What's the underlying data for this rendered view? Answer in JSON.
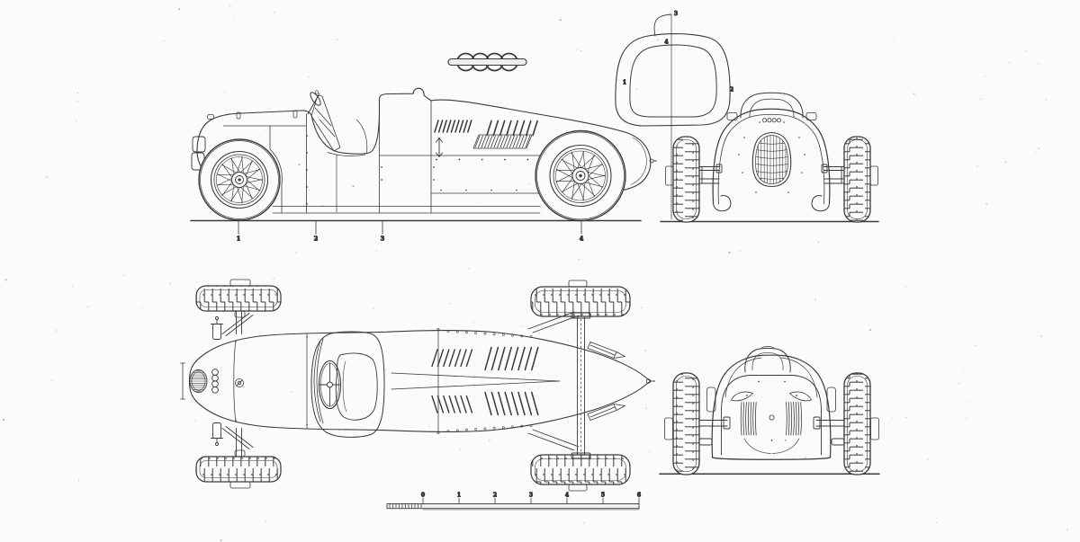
{
  "colors": {
    "paper": "#fbfbf9",
    "ink": "#3a3a3a",
    "speckle": "#b6b6ae",
    "bar_fill": "#efefec"
  },
  "icons": {
    "brand_logo": "auto-union-four-rings-logo",
    "front_badge": "four-rings-badge",
    "top_badge": "four-rings-top-badge"
  },
  "side_view": {
    "reference_markers": [
      "1",
      "2",
      "3",
      "4"
    ]
  },
  "cross_section": {
    "labels": [
      "1",
      "2",
      "3",
      "4"
    ]
  },
  "scale_bar": {
    "tick_labels": [
      "0",
      "1",
      "2",
      "3",
      "4",
      "5",
      "6"
    ]
  }
}
